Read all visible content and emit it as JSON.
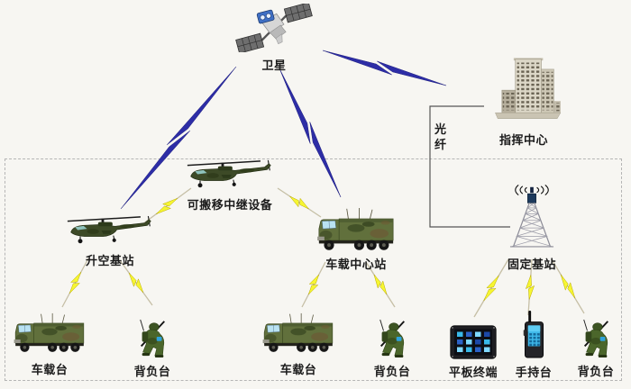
{
  "diagram": {
    "nodes": {
      "satellite": {
        "label": "卫星"
      },
      "command_center": {
        "label": "指挥中心"
      },
      "relay": {
        "label": "可搬移中继设备"
      },
      "air_base": {
        "label": "升空基站"
      },
      "vehicle_center": {
        "label": "车载中心站"
      },
      "fixed_base": {
        "label": "固定基站"
      },
      "truck_left": {
        "label": "车载台"
      },
      "soldier_left": {
        "label": "背负台"
      },
      "truck_mid": {
        "label": "车载台"
      },
      "soldier_mid": {
        "label": "背负台"
      },
      "tablet": {
        "label": "平板终端"
      },
      "handheld": {
        "label": "手持台"
      },
      "soldier_right": {
        "label": "背负台"
      }
    },
    "fiber_label": "光纤",
    "links": {
      "satellite": [
        [
          "satellite",
          "air_base"
        ],
        [
          "satellite",
          "vehicle_center"
        ],
        [
          "satellite",
          "command_center"
        ]
      ],
      "radio": [
        [
          "relay",
          "air_base"
        ],
        [
          "relay",
          "vehicle_center"
        ],
        [
          "air_base",
          "truck_left"
        ],
        [
          "air_base",
          "soldier_left"
        ],
        [
          "vehicle_center",
          "truck_mid"
        ],
        [
          "vehicle_center",
          "soldier_mid"
        ],
        [
          "fixed_base",
          "tablet"
        ],
        [
          "fixed_base",
          "handheld"
        ],
        [
          "fixed_base",
          "soldier_right"
        ]
      ],
      "fiber": [
        [
          "command_center",
          "fixed_base"
        ]
      ]
    },
    "colors": {
      "satellite_link": "#2d2da6",
      "satellite_link_edge": "#1e1e7e",
      "radio_link_fill": "#f6f632",
      "radio_link_stroke": "#b9a900",
      "radio_link_line": "#c6bfa6",
      "fiber_line": "#555555",
      "boundary": "#b5b5b5"
    }
  }
}
